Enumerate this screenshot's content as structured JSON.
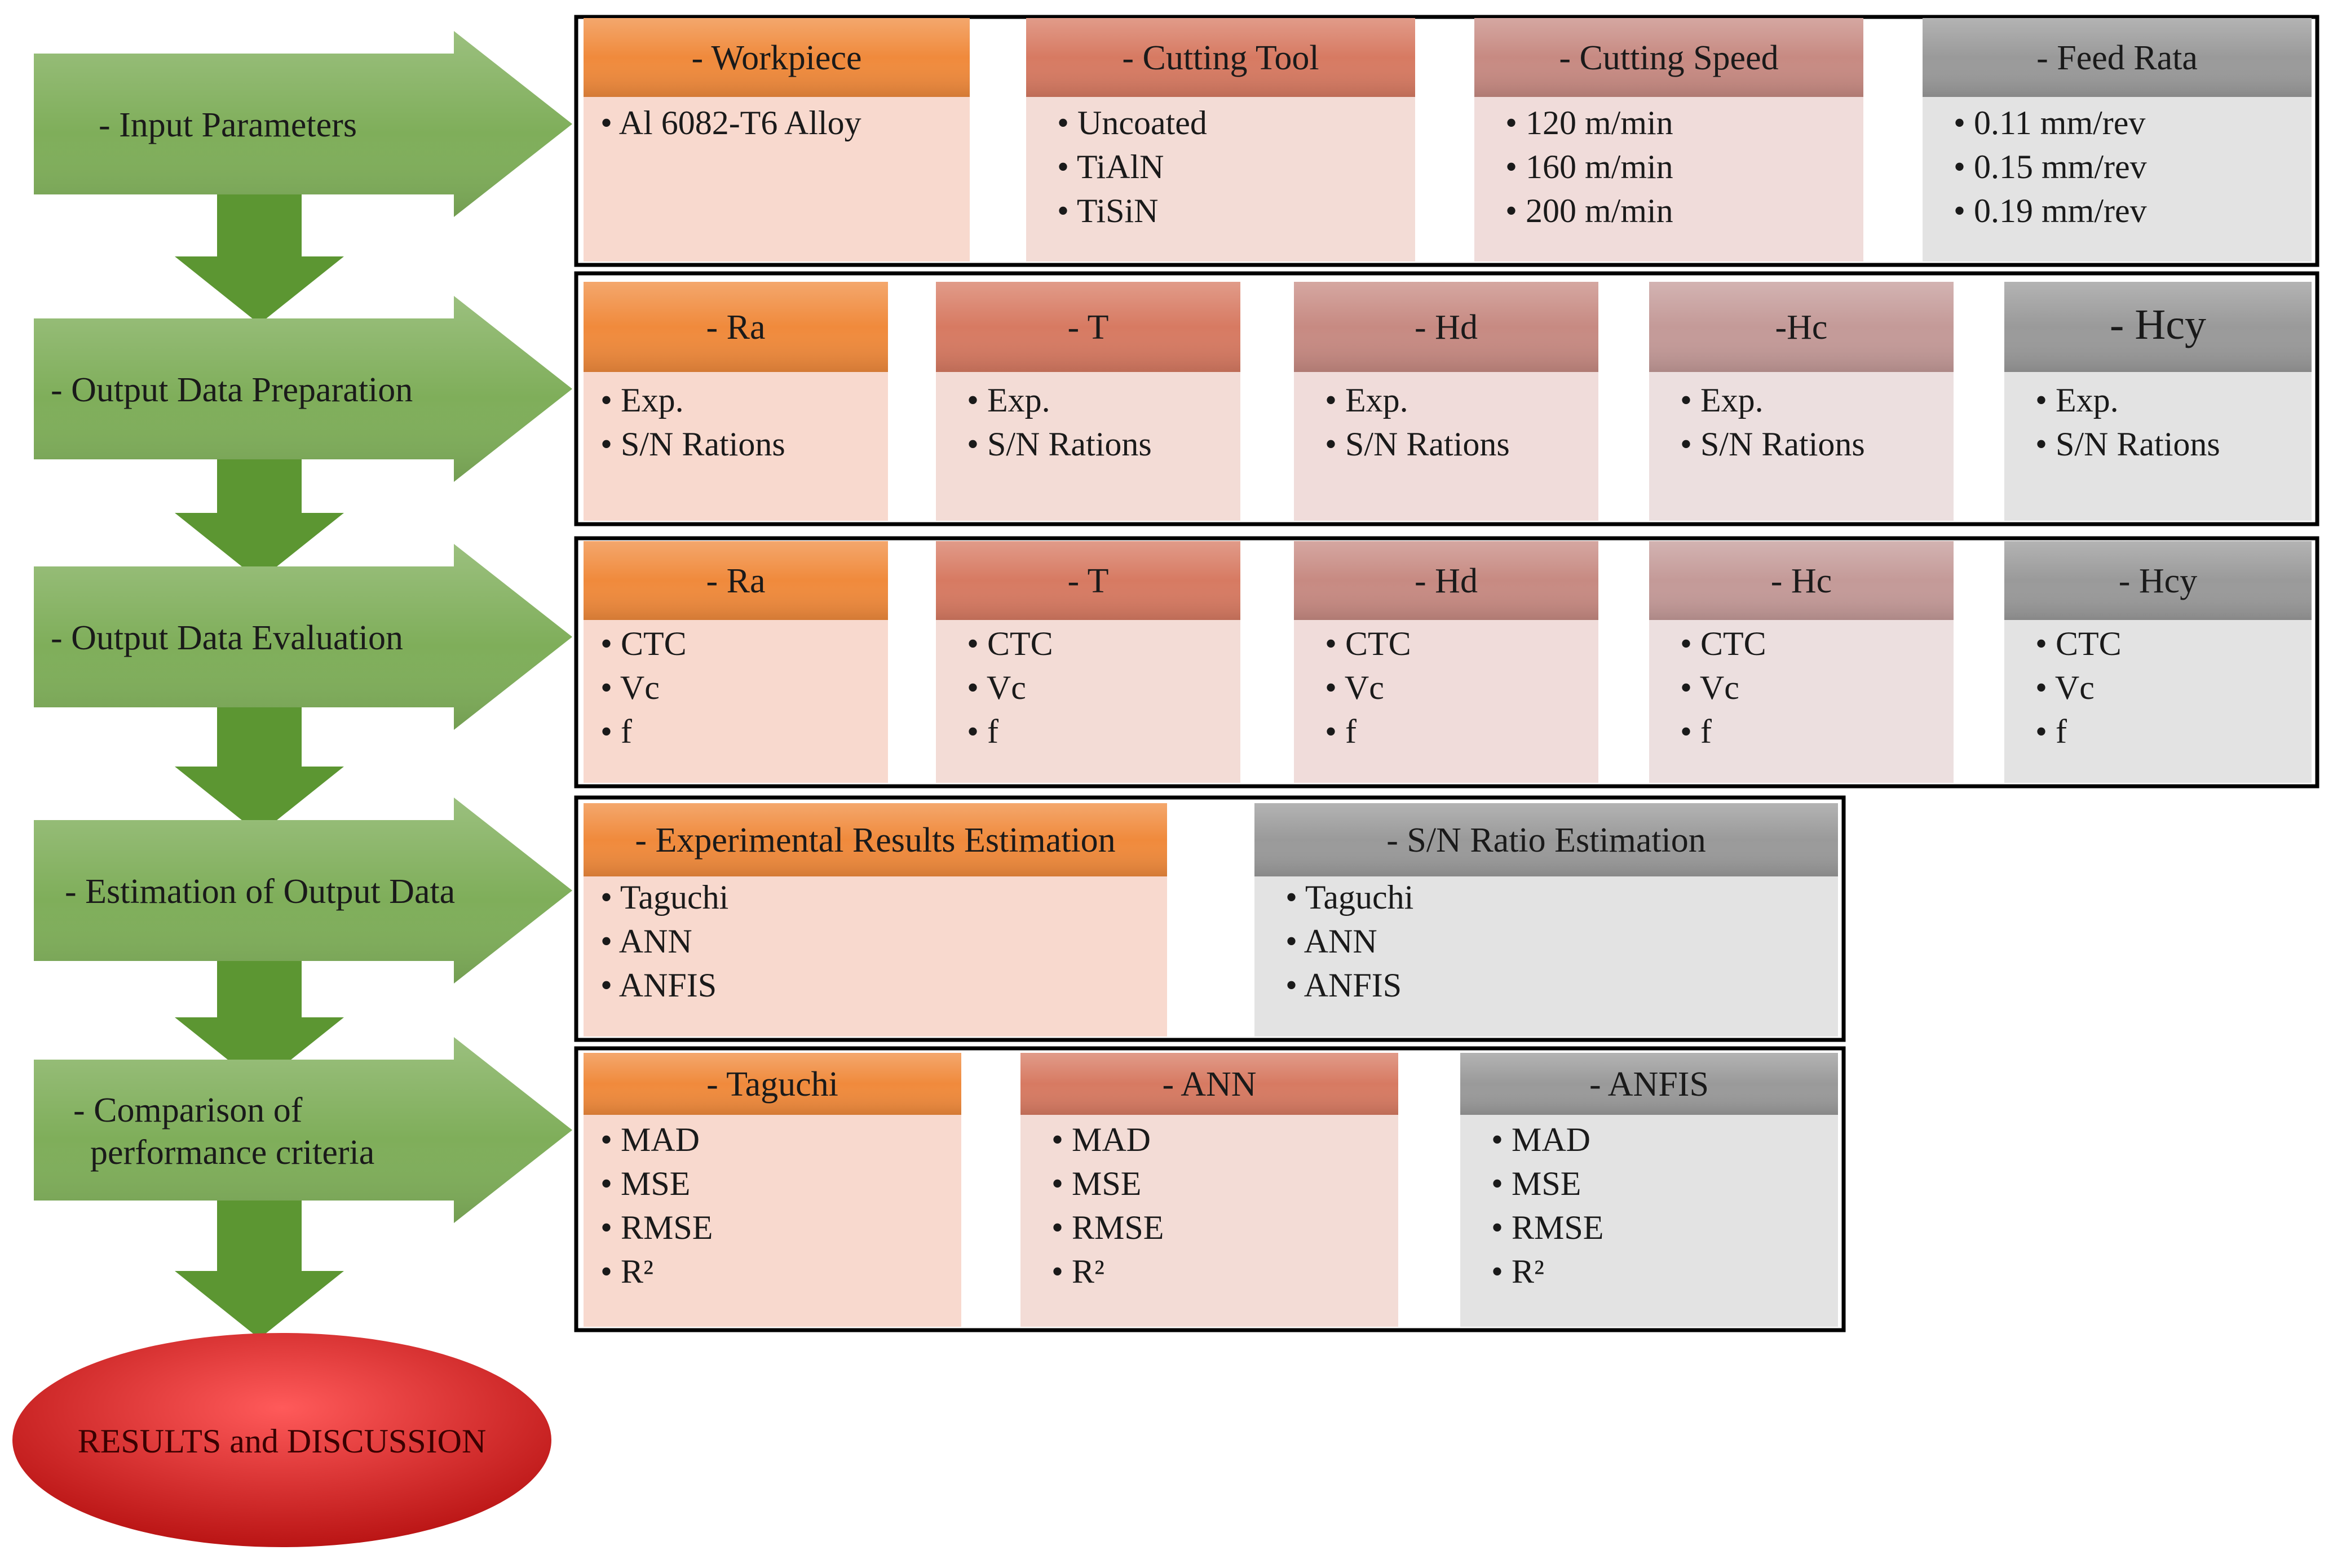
{
  "colors": {
    "arrow": "#7fae5a",
    "down_arrow": "#5c9632",
    "frame": "#000000",
    "result_fill": "#d21e1e",
    "header_orange": "#f08a3c",
    "header_rust": "#d77a62",
    "header_rose": "#c78a82",
    "header_mauve": "#c49a98",
    "header_gray": "#9a9a9a",
    "body_orange": "#f8d9ce",
    "body_rust": "#f3dcd6",
    "body_rose": "#f0dcda",
    "body_mauve": "#ecdfdf",
    "body_gray": "#e3e3e3"
  },
  "stages": [
    {
      "label": "- Input Parameters",
      "columns": [
        {
          "header": "- Workpiece",
          "items": [
            "Al 6082-T6 Alloy"
          ]
        },
        {
          "header": "- Cutting Tool",
          "items": [
            "Uncoated",
            "TiAlN",
            "TiSiN"
          ]
        },
        {
          "header": "- Cutting Speed",
          "items": [
            "120 m/min",
            "160 m/min",
            "200 m/min"
          ]
        },
        {
          "header": "- Feed Rata",
          "items": [
            "0.11 mm/rev",
            "0.15 mm/rev",
            "0.19 mm/rev"
          ]
        }
      ]
    },
    {
      "label": "- Output Data Preparation",
      "columns": [
        {
          "header": "- Ra",
          "items": [
            "Exp.",
            "S/N Rations"
          ]
        },
        {
          "header": "- T",
          "items": [
            "Exp.",
            "S/N Rations"
          ]
        },
        {
          "header": "- Hd",
          "items": [
            "Exp.",
            "S/N Rations"
          ]
        },
        {
          "header": "-Hc",
          "items": [
            "Exp.",
            "S/N Rations"
          ]
        },
        {
          "header": "- Hcy",
          "items": [
            "Exp.",
            "S/N Rations"
          ]
        }
      ]
    },
    {
      "label": "- Output Data Evaluation",
      "columns": [
        {
          "header": "- Ra",
          "items": [
            "CTC",
            "Vc",
            "f"
          ]
        },
        {
          "header": "- T",
          "items": [
            "CTC",
            "Vc",
            "f"
          ]
        },
        {
          "header": "- Hd",
          "items": [
            "CTC",
            "Vc",
            "f"
          ]
        },
        {
          "header": "- Hc",
          "items": [
            "CTC",
            "Vc",
            "f"
          ]
        },
        {
          "header": "- Hcy",
          "items": [
            "CTC",
            "Vc",
            "f"
          ]
        }
      ]
    },
    {
      "label": "- Estimation of Output Data",
      "columns": [
        {
          "header": "- Experimental Results Estimation",
          "items": [
            "Taguchi",
            "ANN",
            "ANFIS"
          ]
        },
        {
          "header": "- S/N Ratio Estimation",
          "items": [
            "Taguchi",
            "ANN",
            "ANFIS"
          ]
        }
      ]
    },
    {
      "label_lines": [
        "- Comparison of",
        "performance criteria"
      ],
      "columns": [
        {
          "header": "- Taguchi",
          "items": [
            "MAD",
            "MSE",
            "RMSE",
            "R²"
          ]
        },
        {
          "header": "- ANN",
          "items": [
            "MAD",
            "MSE",
            "RMSE",
            "R²"
          ]
        },
        {
          "header": "- ANFIS",
          "items": [
            "MAD",
            "MSE",
            "RMSE",
            "R²"
          ]
        }
      ]
    }
  ],
  "result": "RESULTS and DISCUSSION"
}
